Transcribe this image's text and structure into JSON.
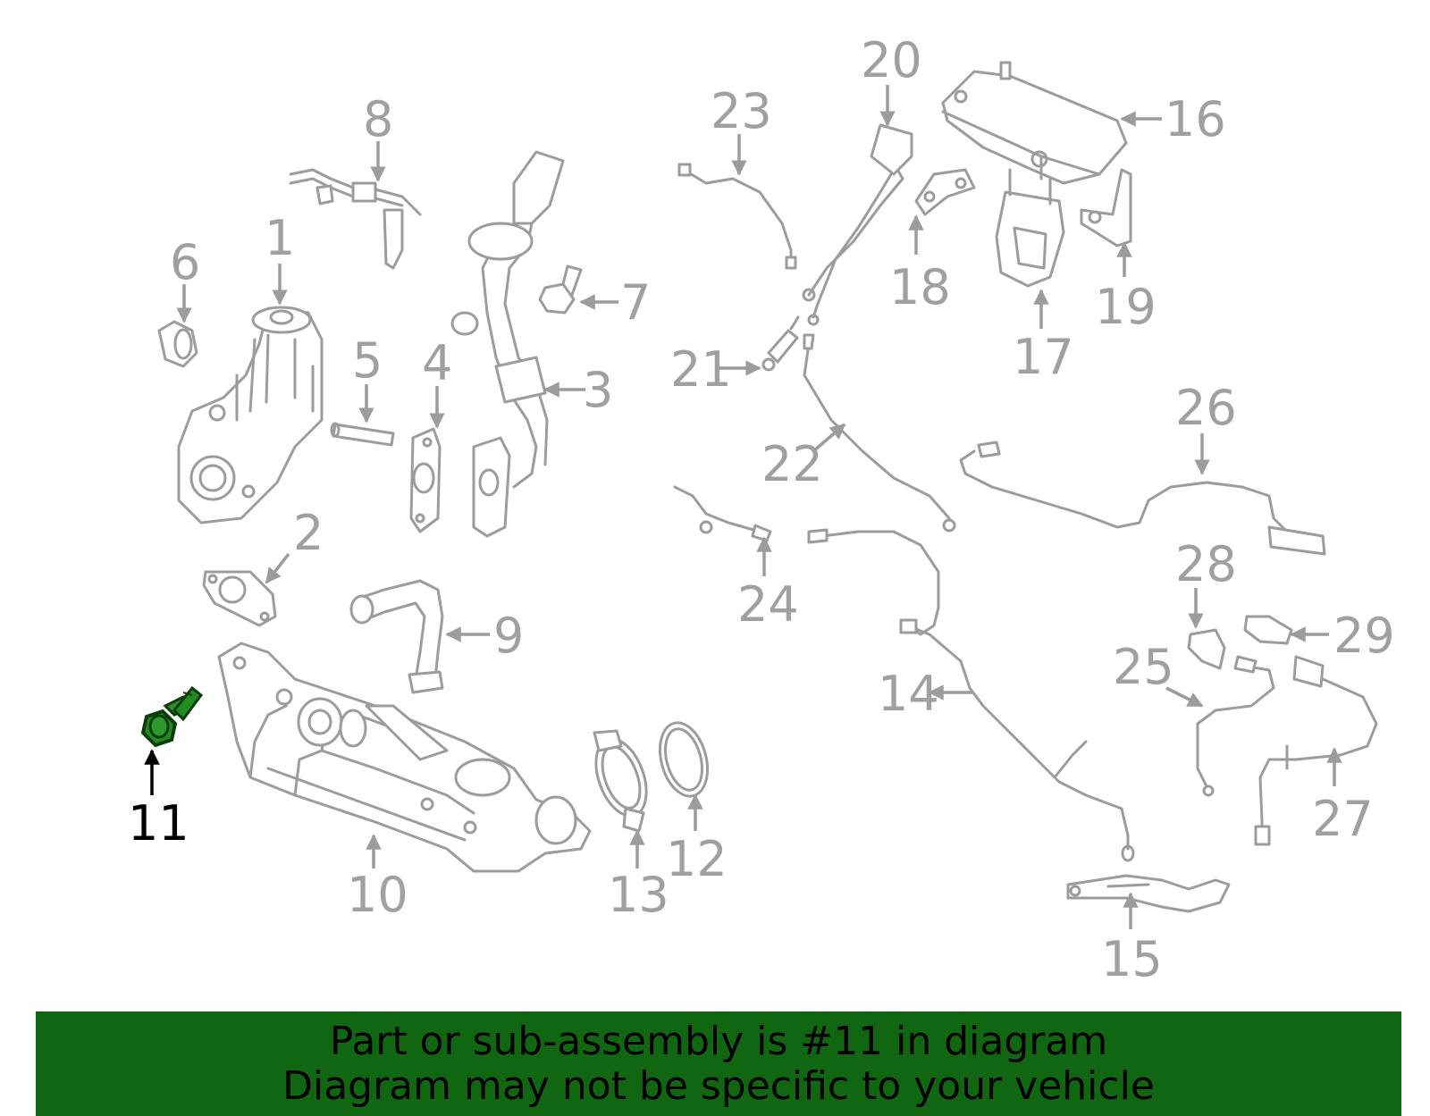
{
  "banner": {
    "line1": "Part or sub-assembly is #11 in diagram",
    "line2": "Diagram may not be specific to your vehicle",
    "background": "#116611"
  },
  "highlight": {
    "part": "11",
    "color": "#228b22"
  },
  "callouts": [
    "1",
    "2",
    "3",
    "4",
    "5",
    "6",
    "7",
    "8",
    "9",
    "10",
    "11",
    "12",
    "13",
    "14",
    "15",
    "16",
    "17",
    "18",
    "19",
    "20",
    "21",
    "22",
    "23",
    "24",
    "25",
    "26",
    "27",
    "28",
    "29"
  ]
}
